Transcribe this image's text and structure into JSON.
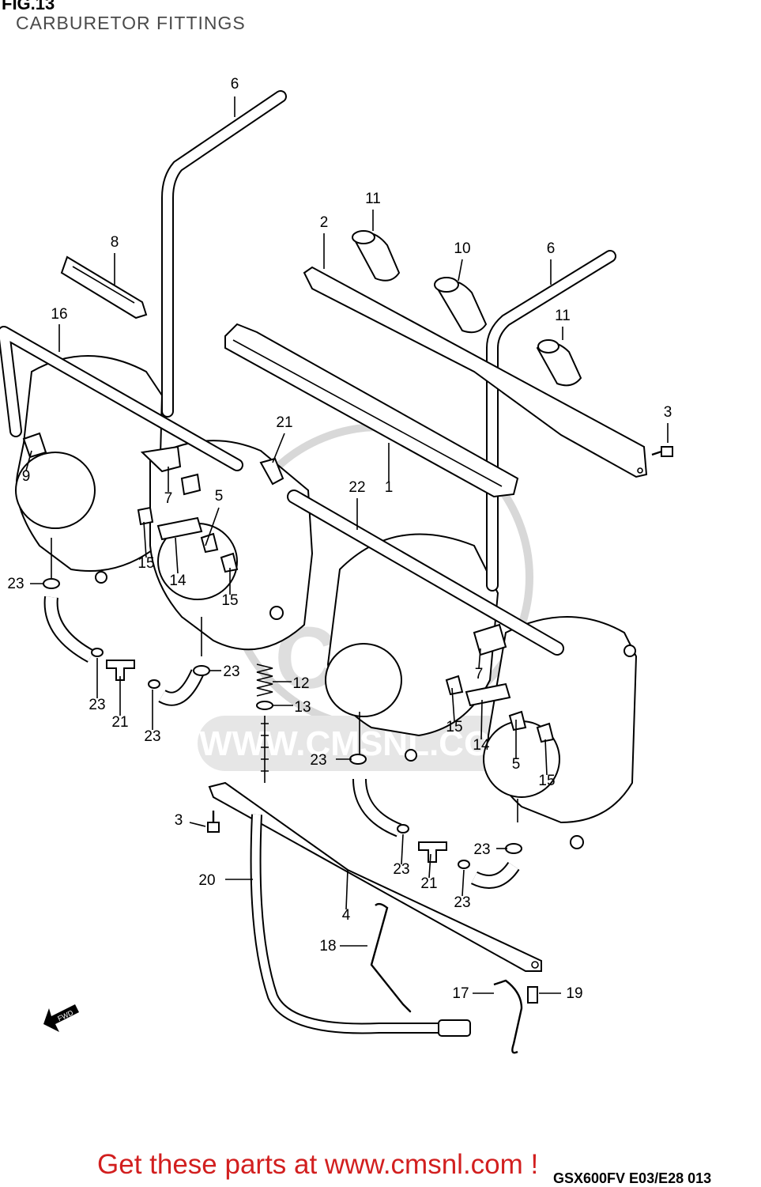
{
  "figure": {
    "id": "FIG.13",
    "title": "CARBURETOR FITTINGS",
    "model_code": "GSX600FV E03/E28 013"
  },
  "watermark": {
    "text": "WWW.CMSNL.COM",
    "logo_text": "CMS"
  },
  "direction_arrow": {
    "label": "FWD"
  },
  "callouts": [
    {
      "id": "c6a",
      "number": "6"
    },
    {
      "id": "c8",
      "number": "8"
    },
    {
      "id": "c16",
      "number": "16"
    },
    {
      "id": "c9",
      "number": "9"
    },
    {
      "id": "c7a",
      "number": "7"
    },
    {
      "id": "c5a",
      "number": "5"
    },
    {
      "id": "c15a",
      "number": "15"
    },
    {
      "id": "c14a",
      "number": "14"
    },
    {
      "id": "c15b",
      "number": "15"
    },
    {
      "id": "c23a",
      "number": "23"
    },
    {
      "id": "c23b",
      "number": "23"
    },
    {
      "id": "c21a",
      "number": "21"
    },
    {
      "id": "c23c",
      "number": "23"
    },
    {
      "id": "c23d",
      "number": "23"
    },
    {
      "id": "c12",
      "number": "12"
    },
    {
      "id": "c13",
      "number": "13"
    },
    {
      "id": "c21b",
      "number": "21"
    },
    {
      "id": "c11a",
      "number": "11"
    },
    {
      "id": "c2",
      "number": "2"
    },
    {
      "id": "c10",
      "number": "10"
    },
    {
      "id": "c6b",
      "number": "6"
    },
    {
      "id": "c11b",
      "number": "11"
    },
    {
      "id": "c3a",
      "number": "3"
    },
    {
      "id": "c22",
      "number": "22"
    },
    {
      "id": "c1",
      "number": "1"
    },
    {
      "id": "c7b",
      "number": "7"
    },
    {
      "id": "c15c",
      "number": "15"
    },
    {
      "id": "c14b",
      "number": "14"
    },
    {
      "id": "c5b",
      "number": "5"
    },
    {
      "id": "c15d",
      "number": "15"
    },
    {
      "id": "c23e",
      "number": "23"
    },
    {
      "id": "c3b",
      "number": "3"
    },
    {
      "id": "c20",
      "number": "20"
    },
    {
      "id": "c4",
      "number": "4"
    },
    {
      "id": "c23f",
      "number": "23"
    },
    {
      "id": "c23g",
      "number": "23"
    },
    {
      "id": "c21c",
      "number": "21"
    },
    {
      "id": "c23h",
      "number": "23"
    },
    {
      "id": "c18",
      "number": "18"
    },
    {
      "id": "c17",
      "number": "17"
    },
    {
      "id": "c19",
      "number": "19"
    }
  ],
  "footer": {
    "link_text": "Get these parts at www.cmsnl.com !"
  }
}
